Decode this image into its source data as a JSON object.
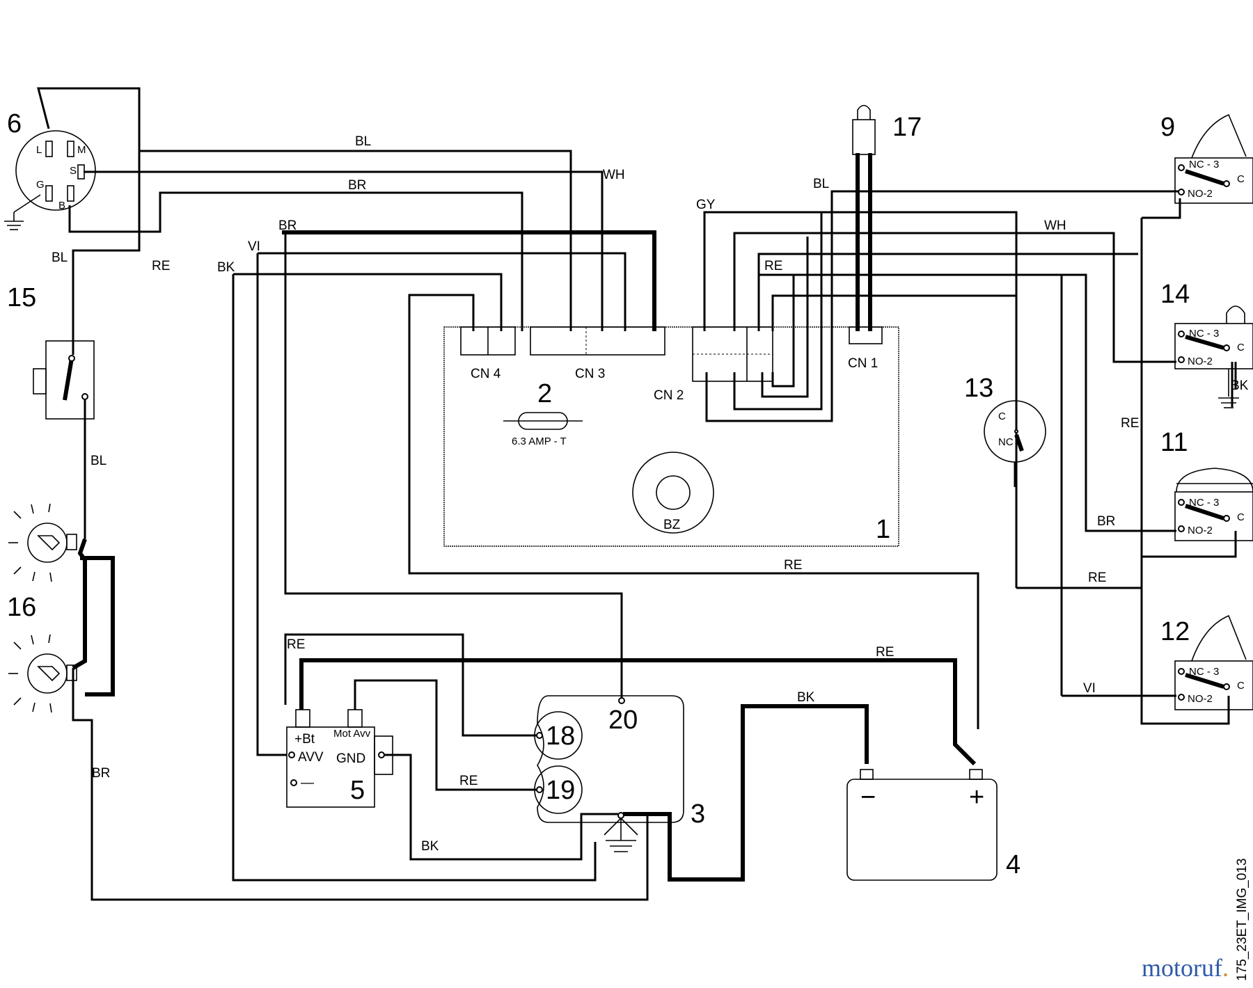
{
  "diagram": {
    "components": {
      "c1": "1",
      "c2": "2",
      "c3": "3",
      "c4": "4",
      "c5": "5",
      "c6": "6",
      "c9": "9",
      "c11": "11",
      "c12": "12",
      "c13": "13",
      "c14": "14",
      "c15": "15",
      "c16": "16",
      "c17": "17",
      "c18": "18",
      "c19": "19",
      "c20": "20"
    },
    "connectors": {
      "cn1": "CN 1",
      "cn2": "CN 2",
      "cn3": "CN 3",
      "cn4": "CN 4"
    },
    "fuse_label": "6.3 AMP - T",
    "buzzer_label": "BZ",
    "ignition_pins": {
      "l": "L",
      "m": "M",
      "s": "S",
      "g": "G",
      "b": "B"
    },
    "module_pins": {
      "bt": "+Bt",
      "avv": "AVV",
      "gnd": "GND",
      "minus": "—",
      "mot_avv": "Mot Avv"
    },
    "switch_pins": {
      "nc3": "NC - 3",
      "no2": "NO-2",
      "c": "C",
      "nc": "NC"
    },
    "battery": {
      "minus": "−",
      "plus": "+"
    },
    "wire_colors": {
      "bl": "BL",
      "br": "BR",
      "wh": "WH",
      "gy": "GY",
      "re": "RE",
      "vi": "VI",
      "bk": "BK"
    },
    "image_code": "175_23ET_IMG_013",
    "watermark": {
      "part1": "motoruf",
      "part2": "."
    }
  }
}
